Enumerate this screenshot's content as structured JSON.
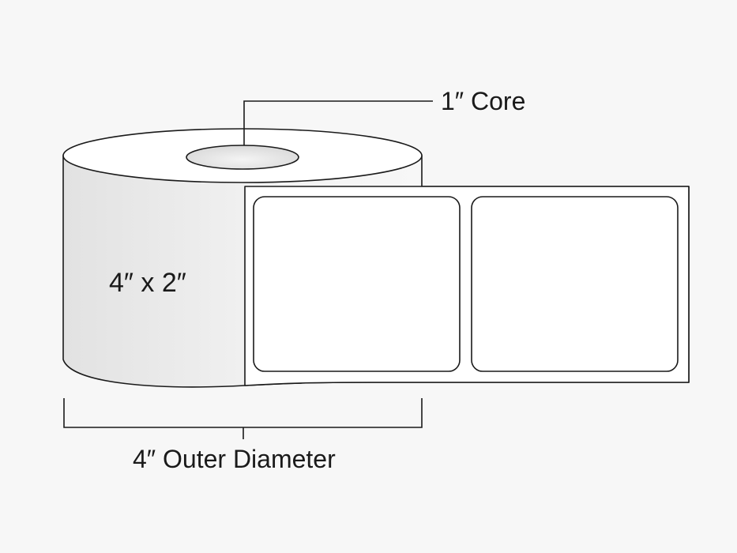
{
  "labels": {
    "core": "1″ Core",
    "label_size": "4″ x 2″",
    "outer_diameter": "4″ Outer Diameter"
  },
  "colors": {
    "background": "#f7f7f7",
    "stroke": "#1a1a1a",
    "roll_fill": "#ffffff",
    "roll_shade": "#e4e4e4",
    "core_shade": "#dcdcdc"
  },
  "icons": {
    "roll": "label-roll-illustration"
  },
  "labels_on_strip": 2
}
